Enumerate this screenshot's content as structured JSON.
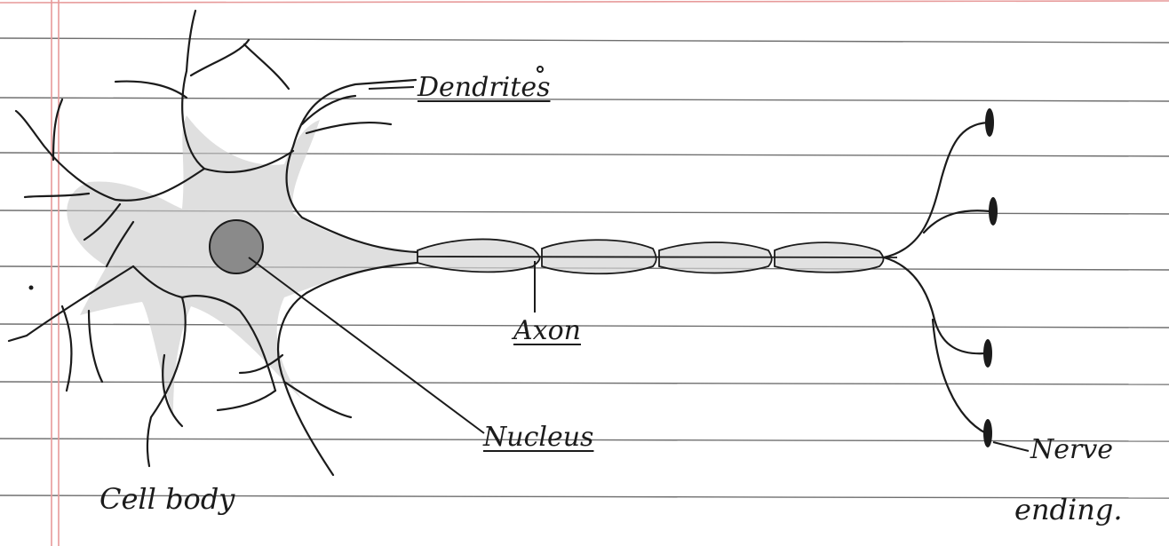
{
  "colors": {
    "paper": "#ffffff",
    "ruled_line": "#6f6f6f",
    "margin_line": "#e79a9a",
    "ink": "#1b1b1b",
    "shading": "#c9c9c9",
    "nucleus_fill": "#8a8a8a"
  },
  "labels": {
    "dendrites": "Dendrites",
    "axon": "Axon",
    "nucleus": "Nucleus",
    "cell_body": "Cell body",
    "nerve_ending_line1": "Nerve",
    "nerve_ending_line2": "ending."
  }
}
